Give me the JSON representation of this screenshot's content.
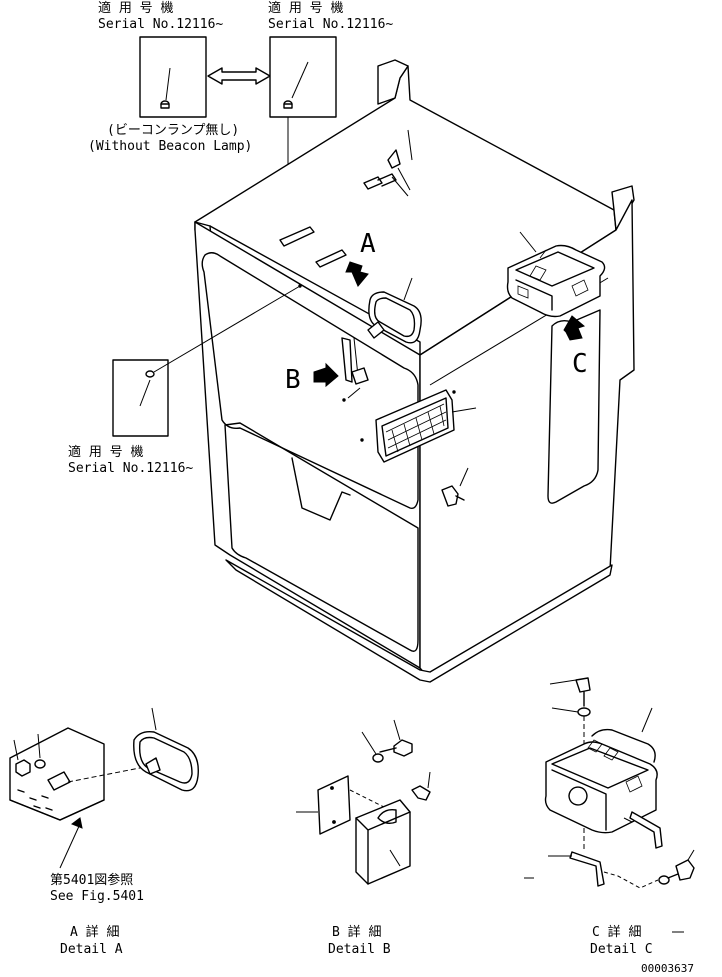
{
  "labels": {
    "serial_jp": "適 用 号 機",
    "serial_no": "Serial No.12116~",
    "no_beacon_jp": "(ビーコンランプ無し)",
    "no_beacon_en": "(Without Beacon Lamp)",
    "view_a": "A",
    "view_b": "B",
    "view_c": "C",
    "ref_jp": "第5401図参照",
    "ref_en": "See Fig.5401",
    "detail_a_jp": "A 詳 細",
    "detail_a_en": "Detail A",
    "detail_b_jp": "B 詳 細",
    "detail_b_en": "Detail B",
    "detail_c_jp": "C 詳 細",
    "detail_c_en": "Detail C",
    "drawing_no": "00003637"
  }
}
